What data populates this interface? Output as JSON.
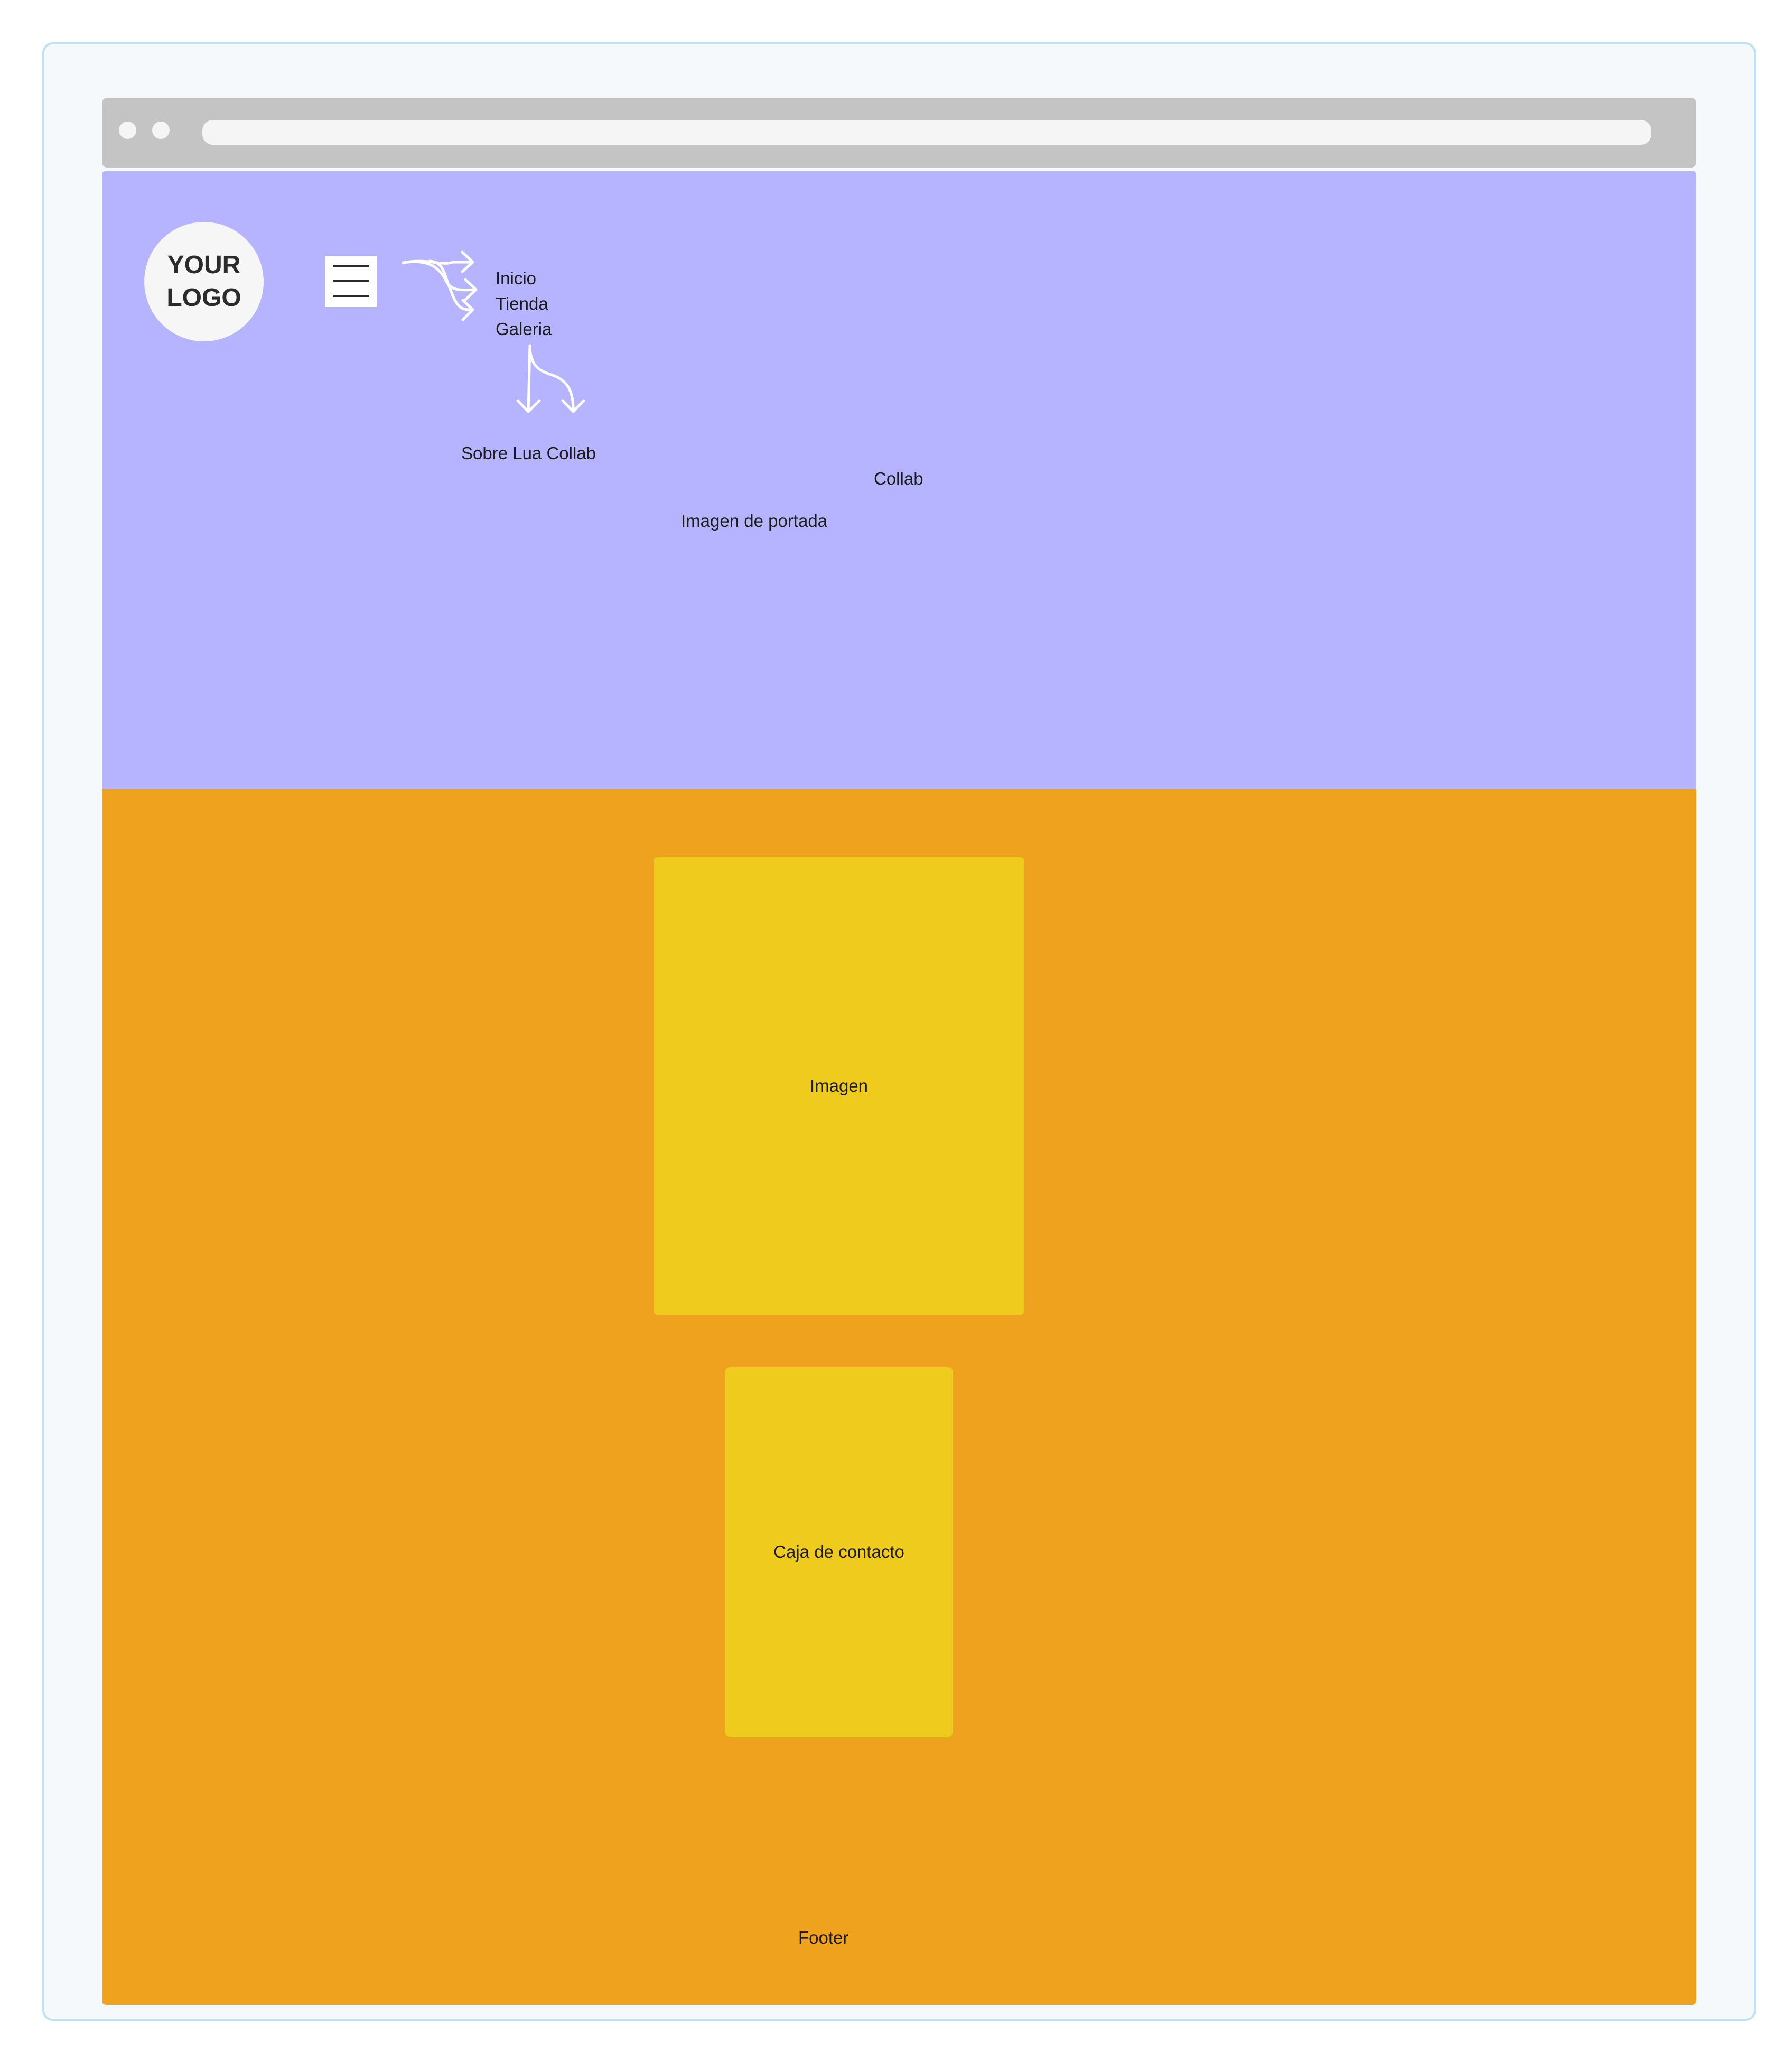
{
  "logo": {
    "line1": "YOUR",
    "line2": "LOGO"
  },
  "menu": {
    "items": [
      "Inicio",
      "Tienda",
      "Galeria"
    ]
  },
  "hero": {
    "submenu_label": "Sobre Lua Collab",
    "collab_label": "Collab",
    "cover_label": "Imagen de portada"
  },
  "content": {
    "image_label": "Imagen",
    "contact_label": "Caja de contacto",
    "footer_label": "Footer"
  },
  "colors": {
    "hero_bg": "#b6b4fe",
    "content_bg": "#efa21e",
    "box_bg": "#efcb1e",
    "chrome_bg": "#c4c4c4",
    "frame_border": "#bfe1f5"
  },
  "icons": {
    "menu": "hamburger-icon",
    "menu_arrows": "curved-arrows-icon",
    "submenu_arrows": "curved-arrows-down-icon"
  }
}
